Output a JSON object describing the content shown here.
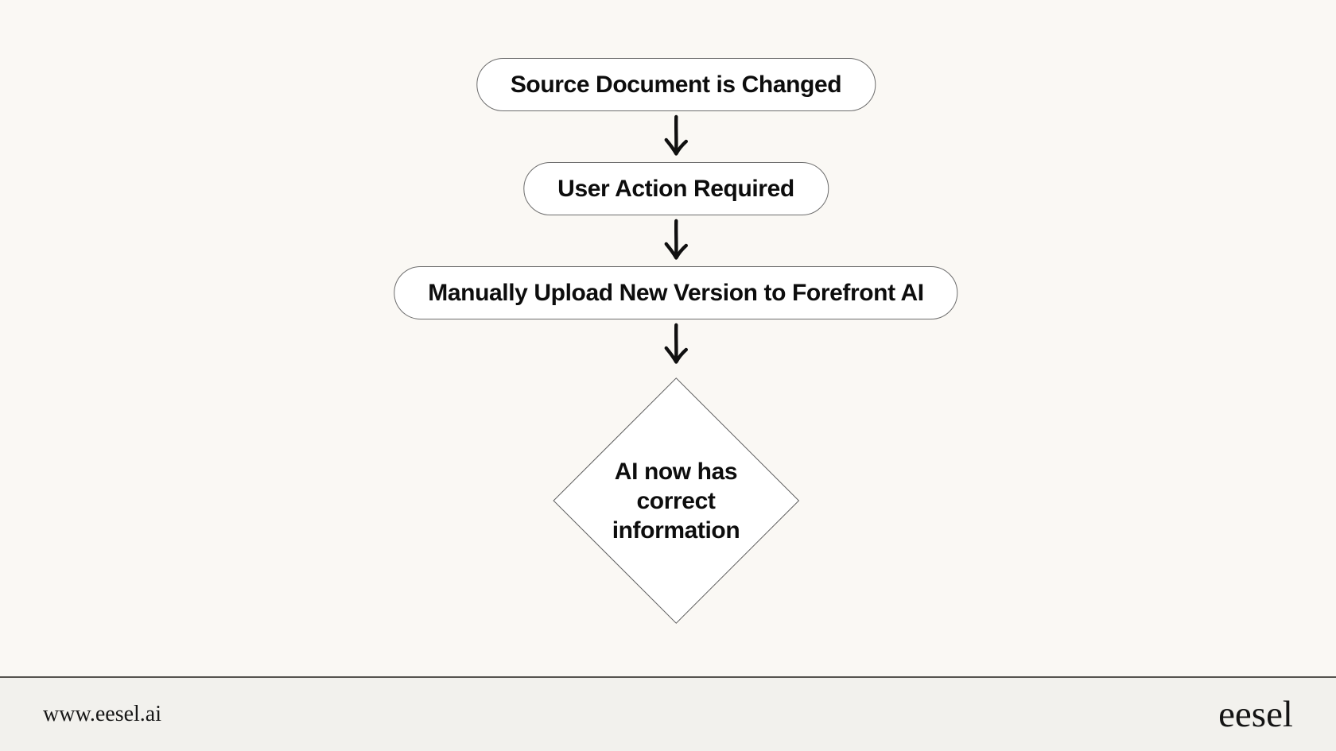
{
  "theme": {
    "background": "#FAF8F4",
    "node_fill": "#FFFFFF",
    "node_border": "#6D6D6D",
    "text_color": "#0D0D0D",
    "arrow_color": "#101010",
    "divider_color": "#55534E",
    "footer_background": "#F2F1ED"
  },
  "flowchart": {
    "nodes": [
      {
        "id": "source-document-changed",
        "type": "pill",
        "label": "Source Document is Changed"
      },
      {
        "id": "user-action-required",
        "type": "pill",
        "label": "User Action Required"
      },
      {
        "id": "manual-upload-forefront",
        "type": "pill",
        "label": "Manually Upload New Version to Forefront AI"
      },
      {
        "id": "ai-correct-information",
        "type": "decision-diamond",
        "label": "AI now has correct information",
        "lines": [
          "AI now has",
          "correct",
          "information"
        ]
      }
    ],
    "connectors": [
      {
        "from": "source-document-changed",
        "to": "user-action-required",
        "style": "arrow-down"
      },
      {
        "from": "user-action-required",
        "to": "manual-upload-forefront",
        "style": "arrow-down"
      },
      {
        "from": "manual-upload-forefront",
        "to": "ai-correct-information",
        "style": "arrow-down"
      }
    ]
  },
  "footer": {
    "website": "www.eesel.ai",
    "brand": "eesel"
  }
}
